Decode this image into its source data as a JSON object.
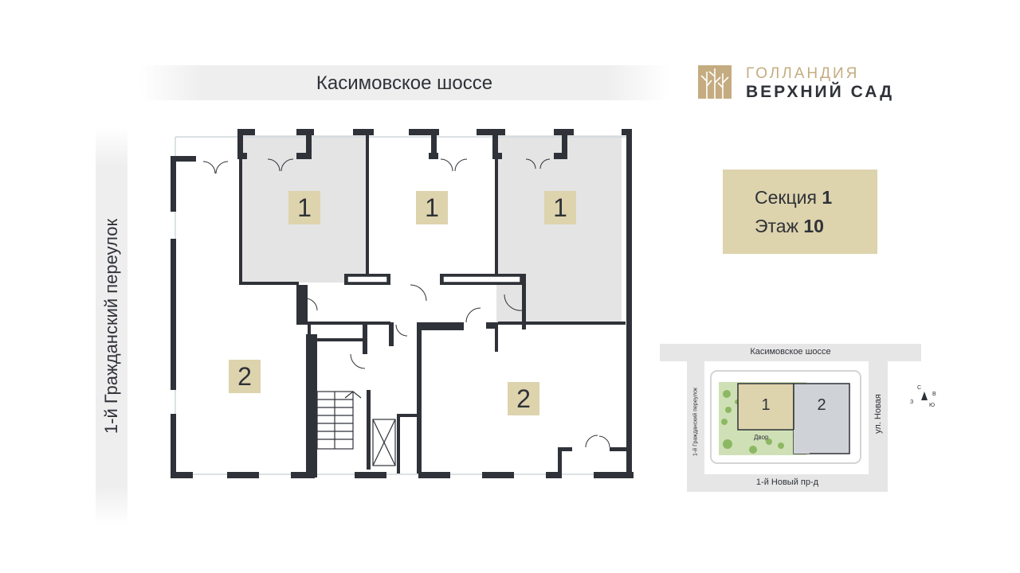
{
  "streets": {
    "top": "Касимовское шоссе",
    "left": "1-й Гражданский переулок"
  },
  "logo": {
    "line1": "ГОЛЛАНДИЯ",
    "line2": "ВЕРХНИЙ САД",
    "icon": "tree-logo-icon"
  },
  "info": {
    "section_label": "Секция",
    "section_value": "1",
    "floor_label": "Этаж",
    "floor_value": "10"
  },
  "plan": {
    "units": [
      {
        "label": "1"
      },
      {
        "label": "1"
      },
      {
        "label": "1"
      },
      {
        "label": "2"
      },
      {
        "label": "2"
      }
    ]
  },
  "site_map": {
    "street_top": "Касимовское шоссе",
    "street_left": "1-й Гражданский переулок",
    "street_bottom": "1-й Новый пр-д",
    "street_right": "ул. Новая",
    "yard": "Двор",
    "section_1": "1",
    "section_2": "2",
    "compass_north": "С",
    "compass_east": "В",
    "compass_south": "Ю",
    "compass_west": "З"
  },
  "colors": {
    "wall": "#2f3238",
    "accent": "#ddd3ad",
    "logo_gold": "#c4ac80",
    "selected_fill": "#e4e4e4",
    "yard_green": "#a7c77a",
    "section2_fill": "#cfd2d6"
  }
}
